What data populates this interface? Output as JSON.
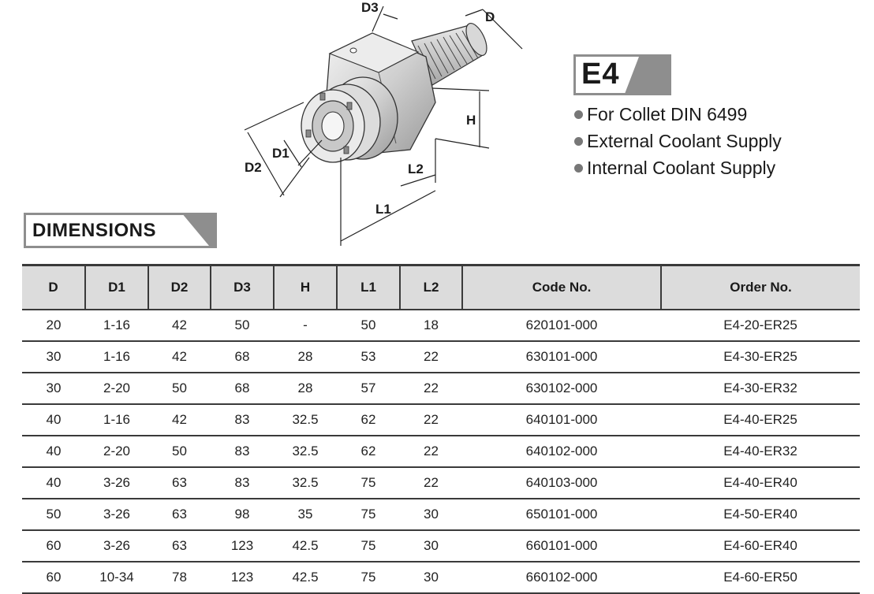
{
  "drawing": {
    "labels": {
      "d3": "D3",
      "d": "D",
      "h": "H",
      "d1": "D1",
      "d2": "D2",
      "l2": "L2",
      "l1": "L1"
    }
  },
  "product": {
    "title": "E4",
    "features": [
      "For Collet DIN 6499",
      "External Coolant Supply",
      "Internal Coolant Supply"
    ]
  },
  "section_title": "DIMENSIONS",
  "table": {
    "headers": [
      "D",
      "D1",
      "D2",
      "D3",
      "H",
      "L1",
      "L2",
      "Code No.",
      "Order No."
    ],
    "rows": [
      [
        "20",
        "1-16",
        "42",
        "50",
        "-",
        "50",
        "18",
        "620101-000",
        "E4-20-ER25"
      ],
      [
        "30",
        "1-16",
        "42",
        "68",
        "28",
        "53",
        "22",
        "630101-000",
        "E4-30-ER25"
      ],
      [
        "30",
        "2-20",
        "50",
        "68",
        "28",
        "57",
        "22",
        "630102-000",
        "E4-30-ER32"
      ],
      [
        "40",
        "1-16",
        "42",
        "83",
        "32.5",
        "62",
        "22",
        "640101-000",
        "E4-40-ER25"
      ],
      [
        "40",
        "2-20",
        "50",
        "83",
        "32.5",
        "62",
        "22",
        "640102-000",
        "E4-40-ER32"
      ],
      [
        "40",
        "3-26",
        "63",
        "83",
        "32.5",
        "75",
        "22",
        "640103-000",
        "E4-40-ER40"
      ],
      [
        "50",
        "3-26",
        "63",
        "98",
        "35",
        "75",
        "30",
        "650101-000",
        "E4-50-ER40"
      ],
      [
        "60",
        "3-26",
        "63",
        "123",
        "42.5",
        "75",
        "30",
        "660101-000",
        "E4-60-ER40"
      ],
      [
        "60",
        "10-34",
        "78",
        "123",
        "42.5",
        "75",
        "30",
        "660102-000",
        "E4-60-ER50"
      ]
    ]
  }
}
